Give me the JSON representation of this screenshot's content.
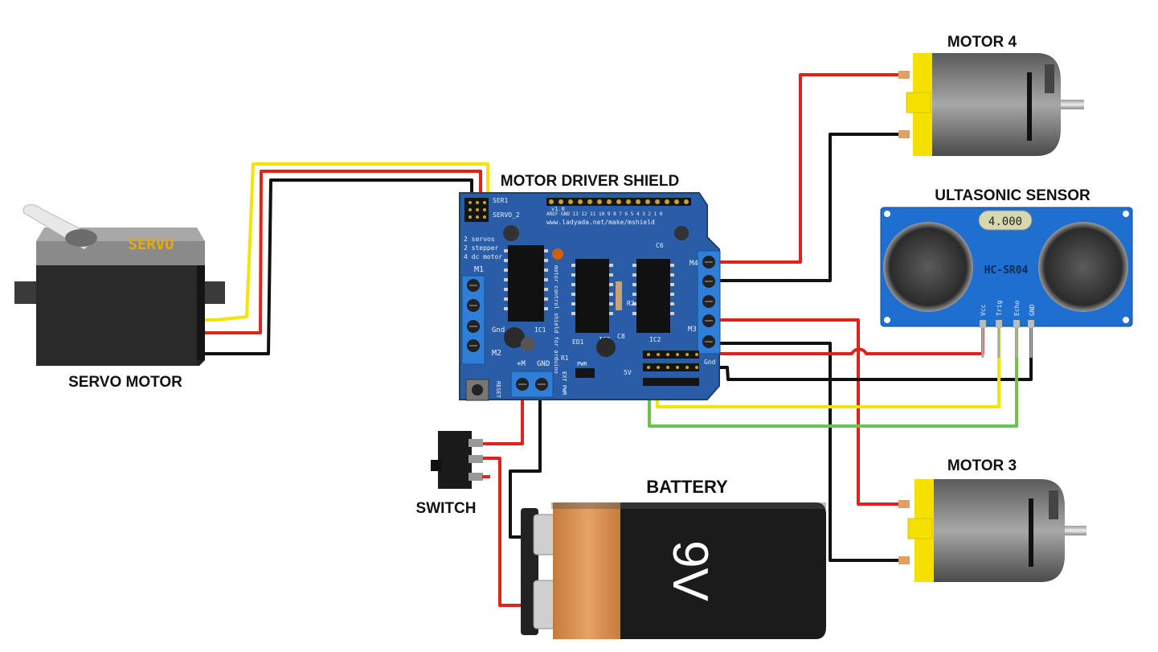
{
  "labels": {
    "servo_motor": "SERVO MOTOR",
    "motor_driver_shield": "MOTOR DRIVER SHIELD",
    "motor4": "MOTOR 4",
    "motor3": "MOTOR 3",
    "ultrasonic_sensor": "ULTASONIC SENSOR",
    "battery": "BATTERY",
    "switch": "SWITCH"
  },
  "servo": {
    "brand": "SERVO"
  },
  "sensor": {
    "model": "HC-SR04",
    "display": "4.000",
    "pins": [
      "Vcc",
      "Trig",
      "Echo",
      "GND"
    ]
  },
  "battery": {
    "voltage": "9V"
  },
  "shield": {
    "version": "v1.0",
    "url": "www.ladyada.net/make/mshield",
    "labels": [
      "SER1",
      "SERVO_2",
      "2 servos",
      "2 stepper",
      "4 dc motor",
      "M1",
      "M2",
      "M3",
      "M4",
      "Gnd",
      "GND",
      "+M",
      "EXT PWR",
      "Gnd",
      "5V",
      "RESET",
      "IC1",
      "IC2",
      "IC3",
      "R1",
      "R2",
      "C6",
      "C8",
      "ED1",
      "PWR"
    ],
    "side_text": "motor control shield for arduino",
    "pin_header": "AREF GND 13 12 11 10 9 8 7 6 5 4 3 2 1 0"
  },
  "colors": {
    "wire_red": "#e3211c",
    "wire_black": "#111111",
    "wire_yellow": "#f5e400",
    "wire_green": "#6cc24a",
    "pcb_blue": "#2a5da8",
    "sensor_blue": "#1f6fd1",
    "motor_yellow": "#f5e000",
    "battery_copper": "#d98f4e"
  }
}
